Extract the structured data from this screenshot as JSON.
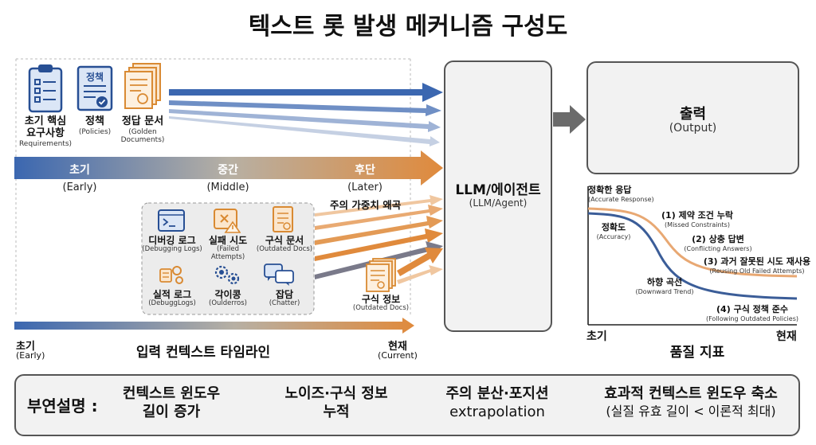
{
  "title": "텍스트 롯 발생 메커니즘 구성도",
  "top_docs": [
    {
      "label": "초기 핵심\n요구사항",
      "sub": "Requirements)"
    },
    {
      "label": "정책",
      "sub": "(Policies)",
      "badge": "정책"
    },
    {
      "label": "정답 문서",
      "sub": "(Golden\nDocuments)"
    }
  ],
  "stages": [
    {
      "label": "초기",
      "sub": "(Early)"
    },
    {
      "label": "중간",
      "sub": "(Middle)"
    },
    {
      "label": "후단",
      "sub": "(Later)"
    }
  ],
  "attention_label": "주의 가중치 왜곡",
  "noise_docs": [
    {
      "label": "디버깅 로그",
      "sub": "(Debugging Logs)"
    },
    {
      "label": "실패 시도",
      "sub": "(Failed Attempts)"
    },
    {
      "label": "구식 문서",
      "sub": "(Outdated Docs)"
    },
    {
      "label": "실적 로그",
      "sub": "(DebuggLogs)"
    },
    {
      "label": "각이콩",
      "sub": "(Oulderros)"
    },
    {
      "label": "잡담",
      "sub": "(Chatter)"
    }
  ],
  "outdated_info": {
    "label": "구식 정보",
    "sub": "(Outdated Docs)"
  },
  "timeline": {
    "start": "초기",
    "start_sub": "(Early)",
    "label": "입력 컨텍스트 타임라인",
    "end": "현재",
    "end_sub": "(Current)"
  },
  "llm": {
    "label": "LLM/에이전트",
    "sub": "(LLM/Agent)"
  },
  "output": {
    "label": "출력",
    "sub": "(Output)"
  },
  "quality": {
    "top_label": "정확한 응답",
    "top_sub": "(Accurate Response)",
    "y_label": "정확도",
    "y_sub": "(Accuracy)",
    "trend_label": "하향 곡선",
    "trend_sub": "(Downward Trend)",
    "items": [
      {
        "label": "(1) 제약 조건 누락",
        "sub": "(Missed Constraints)"
      },
      {
        "label": "(2) 상충 답변",
        "sub": "(Conflicting Answers)"
      },
      {
        "label": "(3) 과거 잘못된 시도 재사용",
        "sub": "(Reusing Old Failed Attempts)"
      },
      {
        "label": "(4) 구식 정책 준수",
        "sub": "(Following Outdated Policies)"
      }
    ],
    "x_start": "초기",
    "x_end": "현재",
    "axis_title": "품질 지표"
  },
  "bottom": {
    "heading": "부연설명 :",
    "steps": [
      {
        "line1": "컨텍스트 윈도우",
        "line2": "길이 증가"
      },
      {
        "line1": "노이즈·구식 정보",
        "line2": "누적"
      },
      {
        "line1": "주의 분산·포지션",
        "line2": "extrapolation"
      },
      {
        "line1": "효과적 컨텍스트 윈도우 축소",
        "line2": "(실질 유효 길이 < 이론적 최대)"
      }
    ]
  },
  "colors": {
    "blue": "#3b67b0",
    "orange": "#e08a3c",
    "gray": "#6b6b6b",
    "panel": "#f2f2f2"
  }
}
